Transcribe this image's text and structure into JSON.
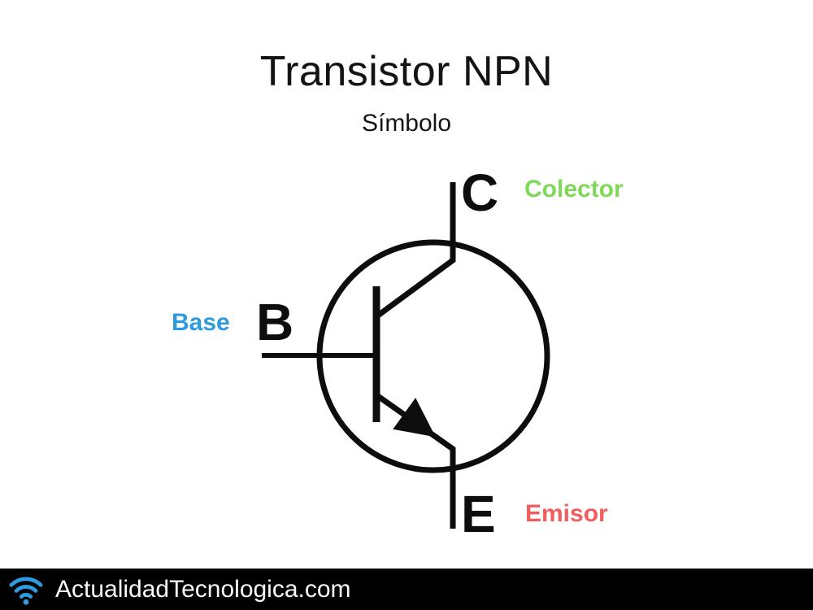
{
  "header": {
    "title": "Transistor NPN",
    "subtitle": "Símbolo"
  },
  "diagram": {
    "symbol": "npn-transistor-circuit-symbol",
    "line_color": "#0d0d0d",
    "collector": {
      "letter": "C",
      "label": "Colector",
      "label_color": "#7ED957"
    },
    "base": {
      "letter": "B",
      "label": "Base",
      "label_color": "#2D9BE0"
    },
    "emitter": {
      "letter": "E",
      "label": "Emisor",
      "label_color": "#F25C5C"
    }
  },
  "footer": {
    "site": "ActualidadTecnologica.com",
    "icon": "wifi-icon",
    "icon_color": "#2D9BE0",
    "background": "#000000",
    "text_color": "#FAFAFA"
  }
}
